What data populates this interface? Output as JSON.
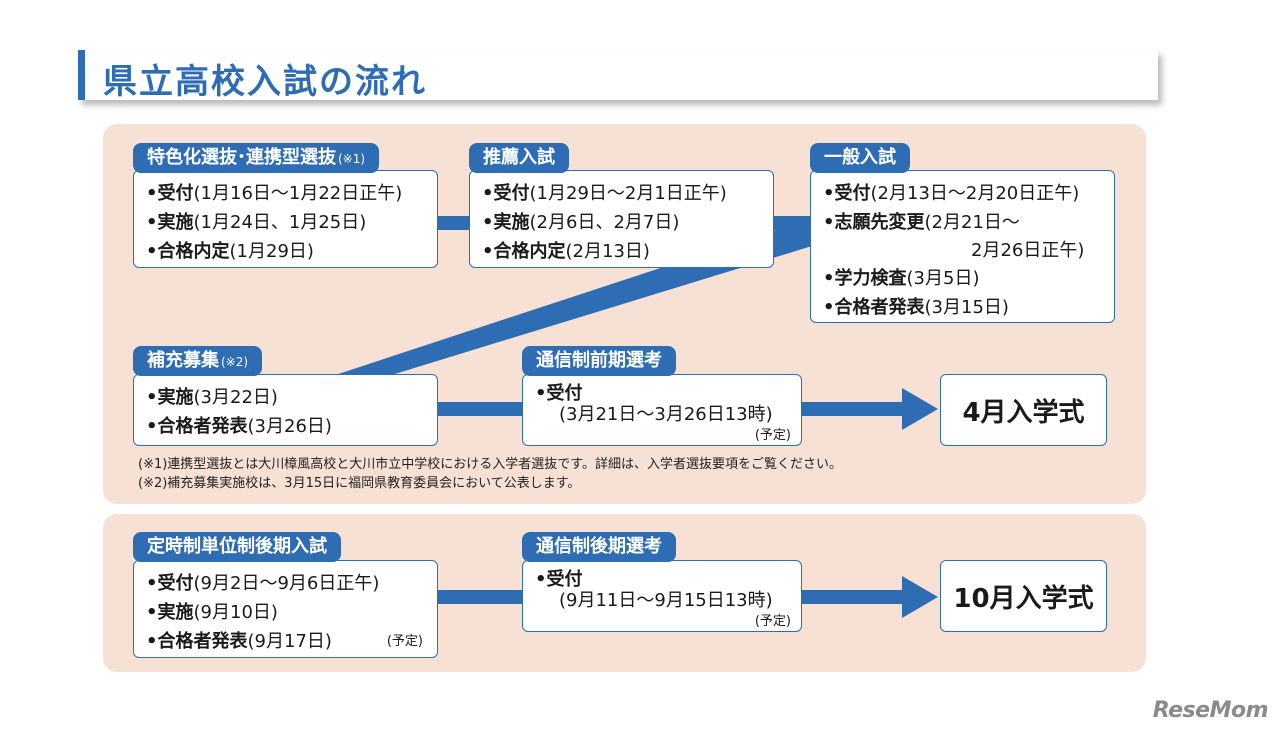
{
  "title": "県立高校入試の流れ",
  "stages": {
    "tokushoku": {
      "label": "特色化選抜･連携型選抜",
      "note": "(※1)",
      "items": [
        {
          "bold": "•受付",
          "text": "(1月16日～1月22日正午)"
        },
        {
          "bold": "•実施",
          "text": "(1月24日、1月25日)"
        },
        {
          "bold": "•合格内定",
          "text": "(1月29日)"
        }
      ]
    },
    "suisen": {
      "label": "推薦入試",
      "items": [
        {
          "bold": "•受付",
          "text": "(1月29日～2月1日正午)"
        },
        {
          "bold": "•実施",
          "text": "(2月6日、2月7日)"
        },
        {
          "bold": "•合格内定",
          "text": "(2月13日)"
        }
      ]
    },
    "ippan": {
      "label": "一般入試",
      "items": [
        {
          "bold": "•受付",
          "text": "(2月13日～2月20日正午)"
        },
        {
          "bold": "•志願先変更",
          "text": "(2月21日～"
        },
        {
          "bold": "•学力検査",
          "text": "(3月5日)"
        },
        {
          "bold": "•合格者発表",
          "text": "(3月15日)"
        }
      ],
      "continuation": "2月26日正午)"
    },
    "hoju": {
      "label": "補充募集",
      "note": "(※2)",
      "items": [
        {
          "bold": "•実施",
          "text": "(3月22日)"
        },
        {
          "bold": "•合格者発表",
          "text": "(3月26日)"
        }
      ]
    },
    "tsushin_zenki": {
      "label": "通信制前期選考",
      "bold": "•受付",
      "dates": "(3月21日～3月26日13時)",
      "tentative": "(予定)"
    },
    "teiji": {
      "label": "定時制単位制後期入試",
      "items": [
        {
          "bold": "•受付",
          "text": "(9月2日～9月6日正午)"
        },
        {
          "bold": "•実施",
          "text": "(9月10日)"
        },
        {
          "bold": "•合格者発表",
          "text": "(9月17日)"
        }
      ],
      "tentative": "(予定)"
    },
    "tsushin_koki": {
      "label": "通信制後期選考",
      "bold": "•受付",
      "dates": "(9月11日～9月15日13時)",
      "tentative": "(予定)"
    }
  },
  "ceremonies": {
    "april": "4月入学式",
    "october": "10月入学式"
  },
  "notes": [
    "(※1)連携型選抜とは大川樟風高校と大川市立中学校における入学者選抜です。詳細は、入学者選抜要項をご覧ください。",
    "(※2)補充募集実施校は、3月15日に福岡県教育委員会において公表します。"
  ],
  "logo": "ReseMom",
  "colors": {
    "accent": "#2e6db3",
    "panel": "#f7e1d5"
  }
}
